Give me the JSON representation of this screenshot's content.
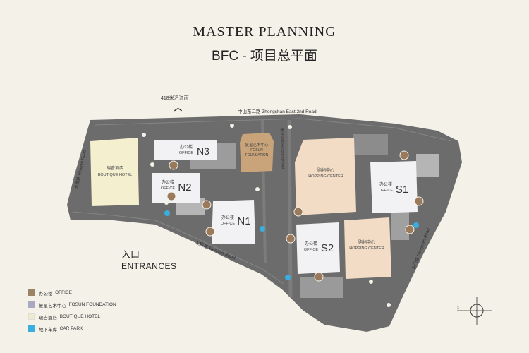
{
  "header": {
    "title": "MASTER PLANNING",
    "subtitle": "BFC - 项目总平面"
  },
  "north_label": "418米沿江面",
  "roads": {
    "north": "中山东二路  Zhongshan East 2nd Road",
    "west": "龙潭路  Renmin Road",
    "southwest": "人民路  Renmin Road",
    "east": "东门路  Dongmen Road",
    "inner": "新开河路  Fenghong Road"
  },
  "buildings": {
    "hotel": {
      "cn": "瑞吉酒店",
      "en": "BOUTIQUE HOTEL"
    },
    "n3": {
      "cn": "办公楼",
      "en": "OFFICE",
      "code": "N3"
    },
    "n2": {
      "cn": "办公楼",
      "en": "OFFICE",
      "code": "N2"
    },
    "n1": {
      "cn": "办公楼",
      "en": "OFFICE",
      "code": "N1"
    },
    "fosun": {
      "cn": "复星艺术中心",
      "en1": "FOSUN",
      "en2": "FOUNDATION"
    },
    "shopping_n": {
      "cn": "购物中心",
      "en": "HOPPING CENTER"
    },
    "s1": {
      "cn": "办公楼",
      "en": "OFFICE",
      "code": "S1"
    },
    "s2": {
      "cn": "办公楼",
      "en": "OFFICE",
      "code": "S2"
    },
    "shopping_s": {
      "cn": "购物中心",
      "en": "HOPPING CENTER"
    }
  },
  "entrances": {
    "cn": "入口",
    "en": "ENTRANCES"
  },
  "legend": [
    {
      "cn": "办公楼",
      "en": "OFFICE",
      "color": "#9a8464"
    },
    {
      "cn": "复星艺术中心",
      "en": "FOSUN FOUNDATION",
      "color": "#a9a9c4"
    },
    {
      "cn": "瑞吉酒店",
      "en": "BOUTIQUE HOTEL",
      "color": "#f0ebc6"
    },
    {
      "cn": "地下车库",
      "en": "CAR PARK",
      "color": "#3aaee0"
    }
  ],
  "compass_label": "北",
  "colors": {
    "site": "#6f6f6f",
    "office": "#f2f1f3",
    "shopping": "#f3dcc6",
    "hotel": "#f3efcf",
    "fosun": "#c9a47a",
    "entrance_marker": "#9a7a5a",
    "parking": "#3aaee0"
  }
}
